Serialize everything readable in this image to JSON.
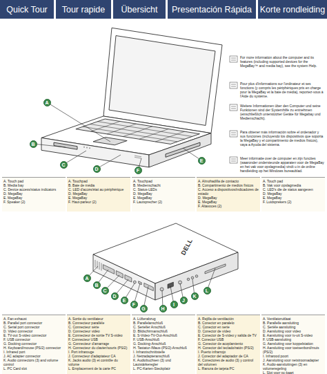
{
  "diagram": {
    "nodes": [
      {
        "text": [
          "Quick Tour"
        ]
      },
      {
        "text": [
          "Tour rapide"
        ]
      },
      {
        "text": [
          "Übersicht"
        ]
      },
      {
        "text": [
          "Presentación Rápida"
        ]
      },
      {
        "text": [
          "Korte rondleiding"
        ]
      },
      {
        "text": [
          "A"
        ]
      },
      {
        "text": [
          "B"
        ]
      },
      {
        "text": [
          "C"
        ]
      },
      {
        "text": [
          "D"
        ]
      },
      {
        "text": [
          "E"
        ]
      },
      {
        "text": [
          "F"
        ]
      },
      {
        "text": [
          "A"
        ]
      },
      {
        "text": [
          "B"
        ]
      },
      {
        "text": [
          "C"
        ]
      },
      {
        "text": [
          "D"
        ]
      },
      {
        "text": [
          "E"
        ]
      },
      {
        "text": [
          "F"
        ]
      },
      {
        "text": [
          "G"
        ]
      },
      {
        "text": [
          "H"
        ]
      },
      {
        "text": [
          "I"
        ]
      },
      {
        "text": [
          "J"
        ]
      },
      {
        "text": [
          "K"
        ]
      },
      {
        "text": [
          "L"
        ]
      }
    ],
    "labels": [
      "For more information about the computer and its features (including supported devices for the MegaBay™ and media bay), see the system Help.",
      "Pour plus d'informations sur l'ordinateur et ses fonctions (y compris les périphériques pris en charge pour la MegaBay et la baie de média), reportez-vous à l'Aide du système.",
      "Weitere Informationen über den Computer und seine Funktionen sind der Systemhilfe zu entnehmen (einschließlich unterstützter Geräte für Megabay und Medienschacht).",
      "Para obtener más información sobre el ordenador y sus funciones (incluyendo los dispositivos que soporta la MegaBay y el compartimento de medios físicos), vaya a Ayuda del sistema.",
      "Meer informatie over de computer en zijn functies (waaronder ondersteunde apparaten voor de MegaBay en het vak voor opslagmedia) vindt u in de online handleiding op het Windows bureaublad.",
      "A. Touch pad",
      "B. Media bay",
      "C. Device access/status indicators",
      "D. MegaBay",
      "E. MegaBay",
      "F. Speaker (2)",
      "A. Touchpad",
      "B. Baie de média",
      "C. LED d'accès/état au périphérique",
      "D. MegaBay",
      "E. MegaBay",
      "F. Haut-parleur (2)",
      "A. Touchpad",
      "B. Medienschacht",
      "C. Status-LEDs",
      "D. MegaBay",
      "E. MegaBay",
      "F. Lautsprecher (2)",
      "A. Almohadilla de contacto",
      "B. Compartimento de medios físicos",
      "C. Acceso a dispositivos/indicadores de estado",
      "D. MegaBay",
      "E. MegaBay",
      "F. Altavoces (2)",
      "A. Touch pad",
      "B. Vak voor opslagmedia",
      "C. LED's die de status aangeven",
      "D. MegaBay",
      "E. MegaBay",
      "F. Luidsprekers (2)",
      "A. Fan exhaust",
      "B. Parallel port connector",
      "C. Serial port connector",
      "D. Video connector",
      "E. TV-out S-video connector",
      "F. USB connector",
      "G. Docking connector",
      "H. Keyboard/mouse (PS/2) connector",
      "I. Infrared port",
      "J. AC adapter connector",
      "K. Audio connectors (3) and volume control",
      "L. PC Card slot",
      "A. Sortie du ventilateur",
      "B. Connecteur parallèle",
      "C. Connecteur série",
      "D. Connecteur vidéo",
      "E. Connecteur de sortie TV S-vidéo",
      "F. Connecteur USB",
      "G. Connecteur d'amarrage",
      "H. Connecteur du clavier/souris (PS/2)",
      "I. Port infrarouge",
      "J. Connecteur d'adaptateur CA",
      "K. Jacks audio (3) et contrôle du volume",
      "L. Emplacement de la carte PC",
      "A. Lüfterabzug",
      "B. Parallelanschluß",
      "C. Serieller Anschluß",
      "D. Bildschirmanschluß",
      "E. S-Video-TV-Out-Anschluß",
      "F. USB-Anschluß",
      "G. Docking-Anschluß",
      "H. Tastatur-/Maus-(PS/2)-Anschluß",
      "I. Infrarotschnittstelle",
      "J. Netzadapteranschluß",
      "K. Audiobuchsen (3) und Lautstärkeregler",
      "L. PC-Karten-Steckplatz",
      "A. Rejilla de ventilación",
      "B. Conector en paralelo",
      "C. Conector en serie",
      "D. Conector de vídeo",
      "E. Conector de S-vídeo y salida de TV",
      "F. Conector USB",
      "G. Conector de acoplamiento",
      "H. Conector del teclado/ratón (PS/2)",
      "I. Puerto infrarrojo",
      "J. Conector del adaptador de CA",
      "K. Conectores de audio (3) y control del volumen",
      "L. Ranura de tarjeta PC",
      "A. Ventilatoruitlaat",
      "B. Parallelle aansluiting",
      "C. Seriële aansluiting",
      "D. Aansluiting voor video",
      "E. Aansluiting voor tv-uit S-video",
      "F. USB-aansluiting",
      "G. Aansluiting voor koppelstation",
      "H. Aansluiting voor toetsenbord/muis (PS/2)",
      "I. Infrarood poort",
      "J. Aansluiting voor netstroomadapter",
      "K. Audio-aansluitingen (3) en volumeregeling",
      "L. Slot voor pc-kaart",
      "DELL"
    ]
  }
}
